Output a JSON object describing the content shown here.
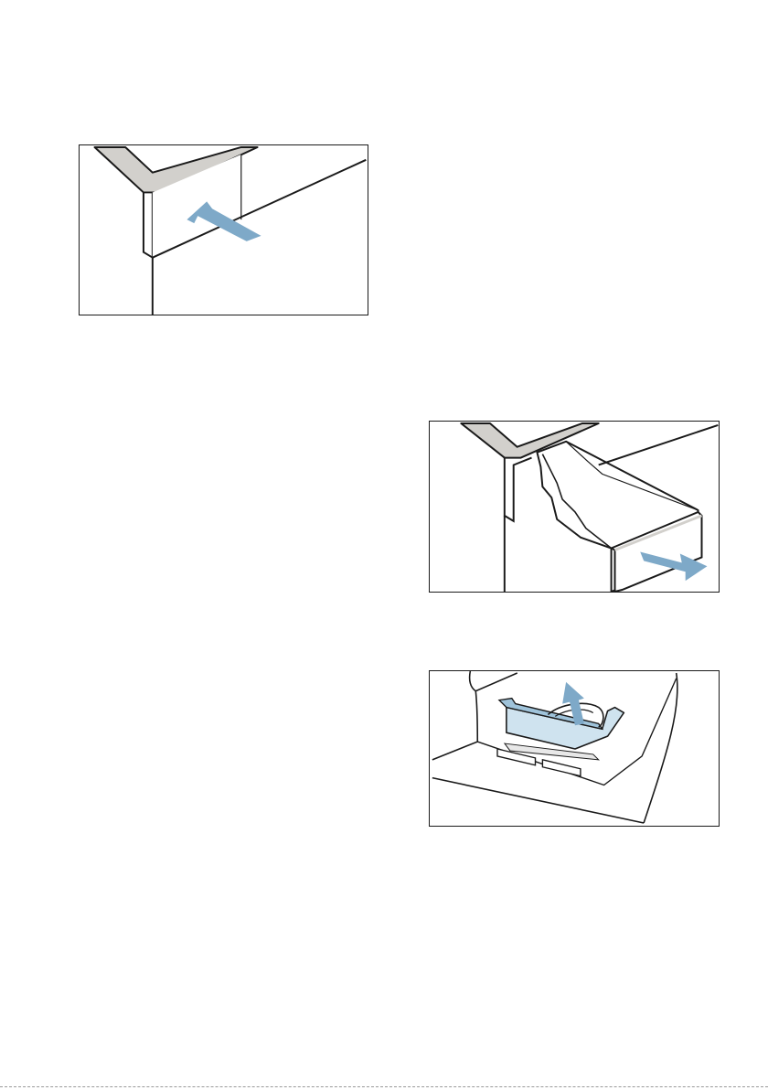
{
  "colors": {
    "line": "#1a1a1a",
    "panel_grey": "#d2d0cc",
    "arrow_blue": "#7ea9c8",
    "insert_light_blue": "#cfe3ef",
    "insert_mid_blue": "#9fc3da",
    "footer_rule": "#9a9a9a"
  },
  "figures": [
    {
      "id": "push",
      "icon": "arrow-push-in-icon"
    },
    {
      "id": "pull",
      "icon": "arrow-pull-out-icon"
    },
    {
      "id": "lift",
      "icon": "arrow-lift-up-icon"
    }
  ]
}
